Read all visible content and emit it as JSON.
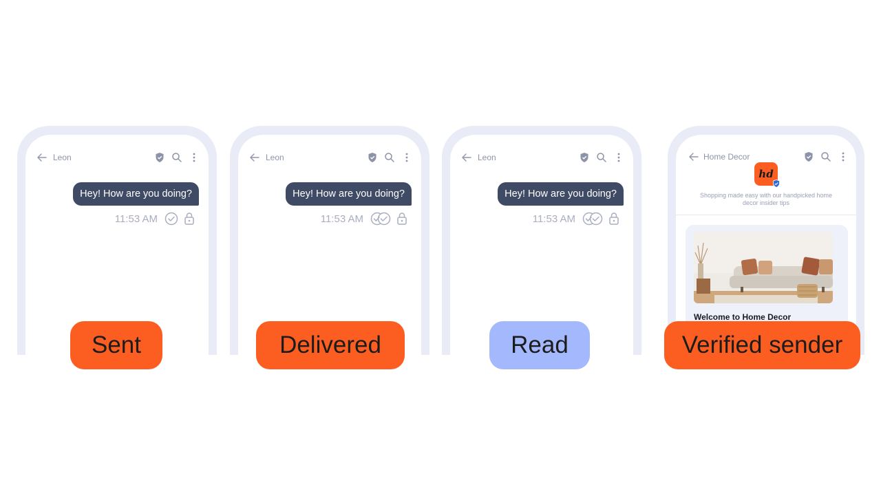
{
  "colors": {
    "accent_orange": "#fc5e22",
    "accent_blue": "#a4b8fe",
    "bubble": "#3f4a64",
    "frame": "#e9ebf6"
  },
  "phones": [
    {
      "contact": "Leon",
      "message": "Hey! How are you doing?",
      "time": "11:53 AM",
      "status_icon": "single-check-icon",
      "label": "Sent"
    },
    {
      "contact": "Leon",
      "message": "Hey! How are you doing?",
      "time": "11:53 AM",
      "status_icon": "double-check-icon",
      "label": "Delivered"
    },
    {
      "contact": "Leon",
      "message": "Hey! How are you doing?",
      "time": "11:53 AM",
      "status_icon": "double-check-read-icon",
      "label": "Read"
    },
    {
      "contact": "Home Decor",
      "logo_text": "hd",
      "tagline": "Shopping made easy with our handpicked home decor insider tips",
      "card_title": "Welcome to Home Decor",
      "label": "Verified sender"
    }
  ]
}
